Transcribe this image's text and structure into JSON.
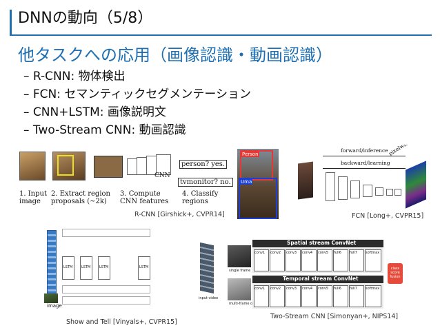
{
  "slide": {
    "title": "DNNの動向（5/8）",
    "heading": "他タスクへの応用（画像認識・動画認識）",
    "bullets": [
      "– R-CNN: 物体検出",
      "– FCN: セマンティックセグメンテーション",
      "– CNN+LSTM: 画像説明文",
      "– Two-Stream CNN: 動画認識"
    ]
  },
  "figures": {
    "rcnn": {
      "steps": [
        "1. Input image",
        "2. Extract region proposals (~2k)",
        "3. Compute CNN features",
        "4. Classify regions"
      ],
      "outputs": [
        "person? yes.",
        "tvmonitor? no."
      ],
      "net_label": "CNN",
      "detections": [
        "Person",
        "Uma"
      ],
      "caption": "R-CNN [Girshick+, CVPR14]"
    },
    "fcn": {
      "labels": [
        "forward/inference",
        "backward/learning",
        "pixelwise prediction"
      ],
      "caption": "FCN [Long+, CVPR15]"
    },
    "lstm": {
      "caption": "Show and Tell [Vinyals+, CVPR15]",
      "unit_label": "LSTM",
      "image_label": "image"
    },
    "twostream": {
      "spatial_title": "Spatial stream ConvNet",
      "temporal_title": "Temporal stream ConvNet",
      "layers": [
        "conv1",
        "conv2",
        "conv3",
        "conv4",
        "conv5",
        "full6",
        "full7",
        "softmax"
      ],
      "inputs": [
        "single frame",
        "multi-frame optical flow",
        "input video"
      ],
      "fusion": "class score fusion",
      "caption": "Two-Stream CNN [Simonyan+, NIPS14]"
    }
  },
  "colors": {
    "accent": "#1f6fb2",
    "spatial_bar": "#2b2b2b",
    "fusion": "#e64a3b"
  }
}
